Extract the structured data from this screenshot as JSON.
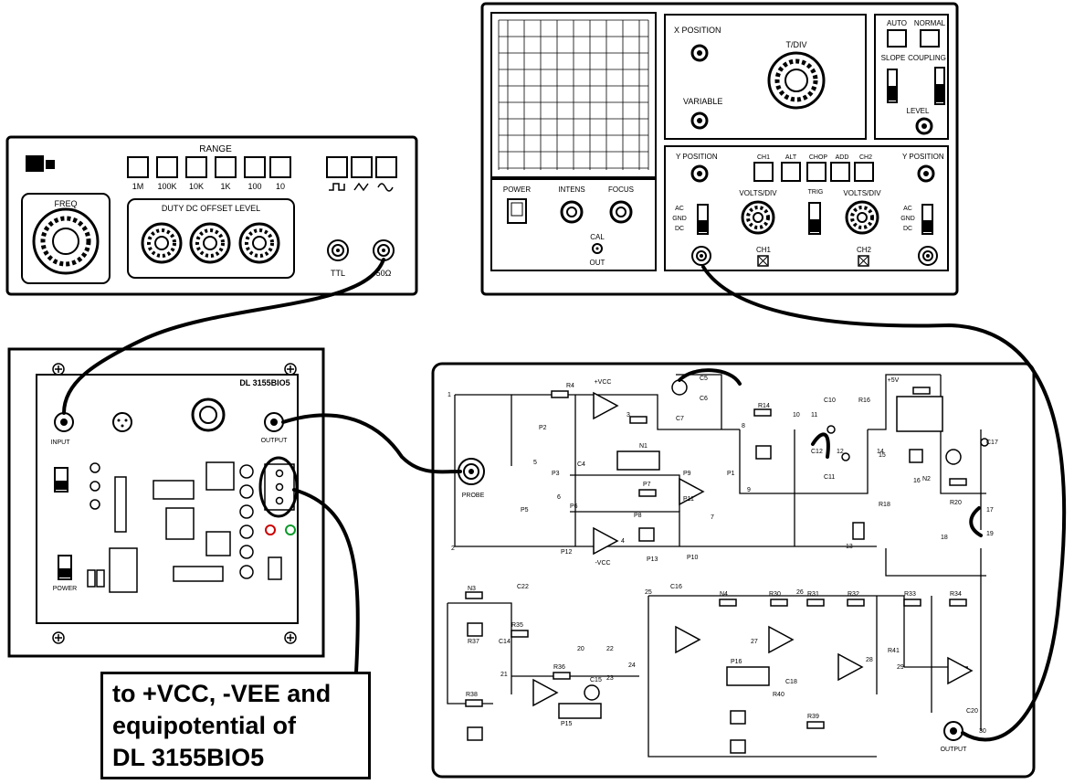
{
  "generator": {
    "range_label": "RANGE",
    "range_values": [
      "1M",
      "100K",
      "10K",
      "1K",
      "100",
      "10"
    ],
    "freq_label": "FREQ",
    "knobs_label": "DUTY DC OFFSET LEVEL",
    "ttl_label": "TTL",
    "out_label": "50Ω"
  },
  "oscilloscope": {
    "xpos_label": "X POSITION",
    "timediv_label": "T/DIV",
    "variable_label": "VARIABLE",
    "auto_label": "AUTO",
    "normal_label": "NORMAL",
    "slope_label": "SLOPE",
    "coupling_label": "COUPLING",
    "level_label": "LEVEL",
    "power_label": "POWER",
    "intens_label": "INTENS",
    "focus_label": "FOCUS",
    "cal_label": "CAL",
    "cal_out_label": "OUT",
    "ypos1_label": "Y POSITION",
    "ypos2_label": "Y POSITION",
    "mode_buttons": [
      "CH1",
      "ALT",
      "CHOP",
      "ADD",
      "CH2"
    ],
    "trig_label": "TRIG",
    "volts1_label": "VOLTS/DIV",
    "volts2_label": "VOLTS/DIV",
    "coupling_opts": [
      "AC",
      "GND",
      "DC"
    ],
    "ch1_label": "CH1",
    "ch2_label": "CH2"
  },
  "module": {
    "brand": "DL 3155BIO5",
    "input_label": "INPUT",
    "output_label": "OUTPUT",
    "power_label": "POWER"
  },
  "board": {
    "probe_label": "PROBE",
    "vcc_label": "+VCC",
    "vee_label": "-VCC",
    "plus5_label": "+5V",
    "output_label": "OUTPUT",
    "parts": [
      "R4",
      "P1",
      "C4",
      "C5",
      "C6",
      "C7",
      "R14",
      "C10",
      "C11",
      "C12",
      "N1",
      "N2",
      "R16",
      "R18",
      "R20",
      "C17",
      "P2",
      "P3",
      "P5",
      "P6",
      "P7",
      "P8",
      "P9",
      "P10",
      "P11",
      "P12",
      "P13",
      "P15",
      "P16",
      "N3",
      "N4",
      "R30",
      "R31",
      "R32",
      "R33",
      "R34",
      "R35",
      "R36",
      "R37",
      "R38",
      "R39",
      "R40",
      "R41",
      "C20",
      "C22",
      "C14",
      "C15",
      "C16",
      "C18"
    ],
    "points": [
      "1",
      "2",
      "3",
      "4",
      "5",
      "6",
      "7",
      "8",
      "9",
      "10",
      "11",
      "12",
      "13",
      "14",
      "15",
      "16",
      "17",
      "18",
      "19",
      "20",
      "21",
      "22",
      "23",
      "24",
      "25",
      "26",
      "27",
      "28",
      "29",
      "30"
    ]
  },
  "note": {
    "lines": [
      "to +VCC, -VEE and",
      "equipotential of",
      "DL 3155BIO5"
    ]
  }
}
